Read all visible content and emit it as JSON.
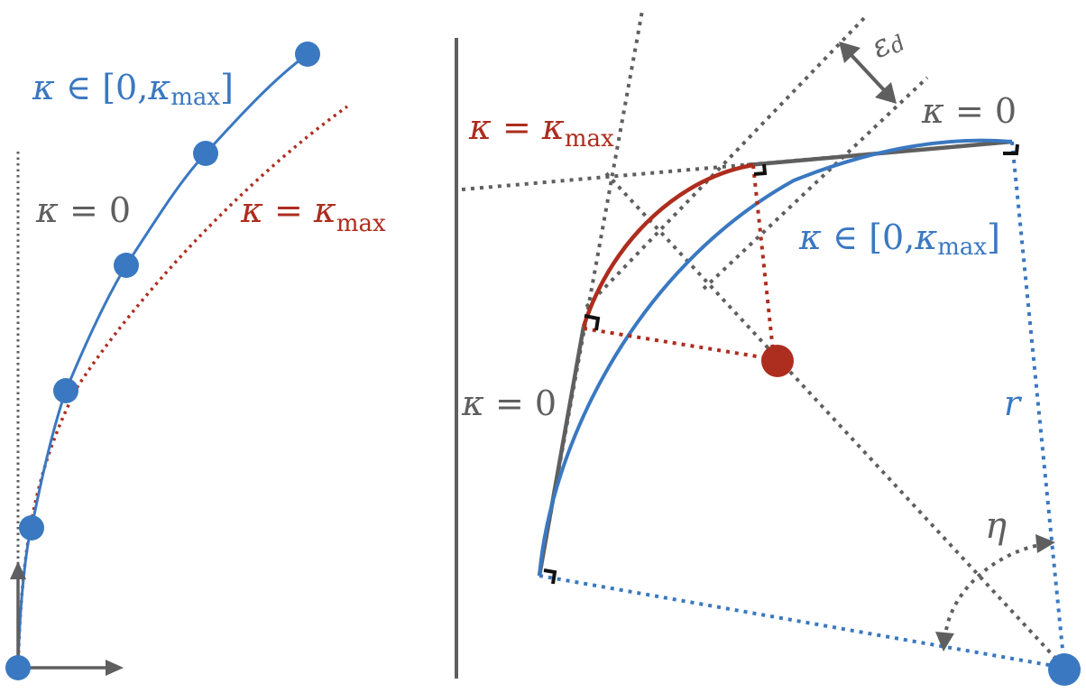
{
  "colors": {
    "blue": "#3a78c1",
    "red": "#ad2d1e",
    "gray": "#5f5f5f",
    "black": "#111111"
  },
  "symbols": {
    "kappa": "κ",
    "equals": " = ",
    "element_of": " ∈ ",
    "zero": "0",
    "open_bracket": "[0,",
    "close_bracket": "]",
    "max_sub": "max",
    "r": "r",
    "eta": "η",
    "epsilon": "ε",
    "epsilon_sub": "d"
  },
  "left_panel": {
    "label_blue": "κ ∈ [0,κmax]",
    "label_gray": "κ = 0",
    "label_red": "κ = κmax"
  },
  "right_panel": {
    "label_red": "κ = κmax",
    "label_top_gray": "κ = 0",
    "label_left_gray": "κ = 0",
    "label_blue": "κ ∈ [0,κmax]",
    "label_r": "r",
    "label_eta": "η",
    "label_eps": "εd"
  }
}
